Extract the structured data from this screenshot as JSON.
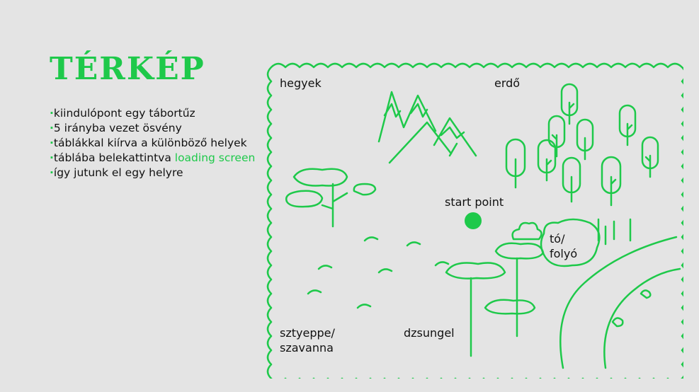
{
  "title": "TÉRKÉP",
  "bullets": [
    {
      "text": "kiindulópont egy tábortűz"
    },
    {
      "text": "5 irányba vezet ösvény"
    },
    {
      "text": "táblákkal kiírva a különböző helyek"
    },
    {
      "text": "táblába belekattintva ",
      "highlight": "loading screen"
    },
    {
      "text": "így jutunk el egy helyre"
    }
  ],
  "map": {
    "labels": {
      "mountains": "hegyek",
      "forest": "erdő",
      "start": "start point",
      "lake_line1": "tó/",
      "lake_line2": "folyó",
      "steppe_line1": "sztyeppe/",
      "steppe_line2": "szavanna",
      "jungle": "dzsungel"
    }
  },
  "colors": {
    "accent": "#1ec94a",
    "background": "#e4e4e4",
    "text": "#111111"
  },
  "icons": [
    "mountain-icon",
    "tree-icon",
    "start-point-dot",
    "lake-icon",
    "river-icon",
    "acacia-tree-icon",
    "jungle-tree-icon"
  ]
}
